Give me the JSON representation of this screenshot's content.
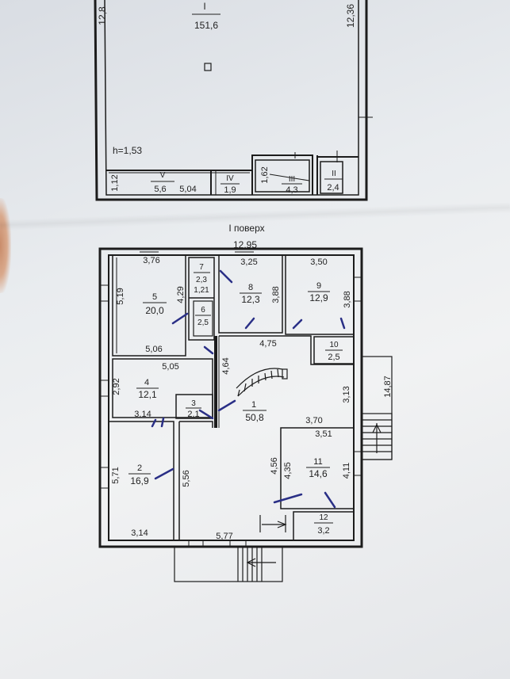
{
  "floor_title": "I поверх",
  "basement": {
    "rooms": [
      {
        "num": "I",
        "area": "151,6"
      },
      {
        "num": "V",
        "area": "5,6"
      },
      {
        "num": "IV",
        "area": "1,9"
      },
      {
        "num": "III",
        "area": "4,3"
      },
      {
        "num": "II",
        "area": "2,4"
      }
    ],
    "height_label": "h=1,53",
    "dims": {
      "left": "12,8",
      "right": "12,36",
      "v_width": "5,04",
      "v_left": "1,12",
      "iii_left": "1,62"
    }
  },
  "floor1": {
    "overall_width": "12,95",
    "overall_right": "14,87",
    "rooms": [
      {
        "num": "1",
        "area": "50,8"
      },
      {
        "num": "2",
        "area": "16,9"
      },
      {
        "num": "3",
        "area": "2,1"
      },
      {
        "num": "4",
        "area": "12,1"
      },
      {
        "num": "5",
        "area": "20,0"
      },
      {
        "num": "6",
        "area": "2,5"
      },
      {
        "num": "7",
        "area": "2,3"
      },
      {
        "num": "8",
        "area": "12,3"
      },
      {
        "num": "9",
        "area": "12,9"
      },
      {
        "num": "10",
        "area": "2,5"
      },
      {
        "num": "11",
        "area": "14,6"
      },
      {
        "num": "12",
        "area": "3,2"
      }
    ],
    "dims": {
      "r5_top": "3,76",
      "r5_left": "5,19",
      "r5_right": "4,29",
      "r5_bottom": "5,06",
      "r7_w": "1,21",
      "r8_top": "3,25",
      "r8_right": "3,88",
      "r9_top": "3,50",
      "r9_right": "3,88",
      "r1_top": "4,75",
      "r1_right": "3,13",
      "r1_stair": "4,64",
      "r4_top": "5,05",
      "r4_left": "2,92",
      "r4_bottom": "3,14",
      "r2_left": "5,71",
      "r2_bottom": "3,14",
      "r1_left": "5,56",
      "r1_bottom": "5,77",
      "r1_mid": "4,56",
      "r11_top": "3,70",
      "r11_top2": "3,51",
      "r11_left": "4,35",
      "r11_right": "4,11"
    }
  }
}
